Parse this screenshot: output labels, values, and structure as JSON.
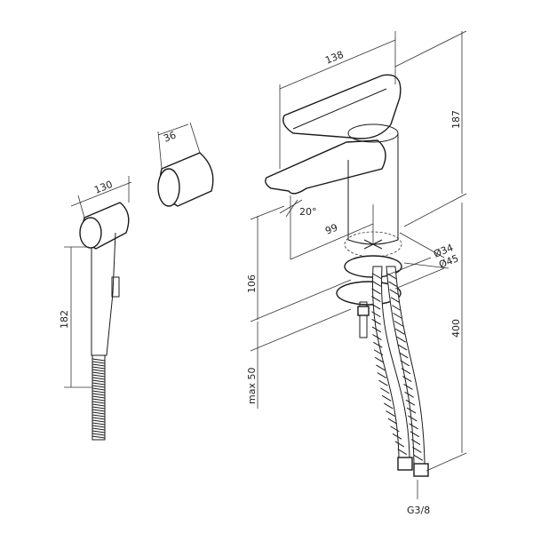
{
  "dimensions": {
    "faucet_length": "138",
    "faucet_height": "187",
    "spout_angle": "20°",
    "spout_reach": "99",
    "base_diameter": "Ø34",
    "flange_diameter": "Ø45",
    "body_height": "106",
    "hose_length": "400",
    "max_counter_thickness": "max 50",
    "connection_thread": "G3/8",
    "holder_width": "36",
    "handshower_head_width": "130",
    "handshower_length": "182"
  }
}
